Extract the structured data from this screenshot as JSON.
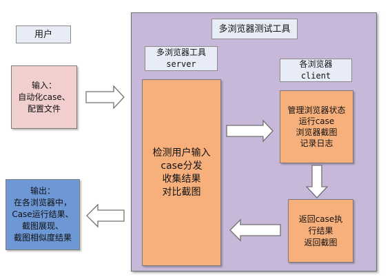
{
  "colors": {
    "container_fill": "#c7b8da",
    "user_label_fill": "#e8ecf7",
    "input_fill": "#f2cfcf",
    "output_fill": "#6d97d5",
    "server_fill": "#f7b07b",
    "client_fill": "#f7b07b",
    "arrow_fill": "#ffffff",
    "arrow_stroke": "#6f6f6f"
  },
  "user_label": "用户",
  "input_box": "输入：\n自动化case、\n配置文件",
  "output_box": "输出：\n在各浏览器中，\nCase运行结果、\n截图展现、\n截图相似度结果",
  "container": {
    "title": "多浏览器测试工具"
  },
  "server": {
    "label": "多浏览器工具\nserver",
    "box": "检测用户输入\ncase分发\n收集结果\n对比截图"
  },
  "client": {
    "label": "各浏览器\nclient",
    "box": "管理浏览器状态\n运行case\n浏览器截图\n记录日志"
  },
  "result_box": "返回case执\n行结果\n返回截图"
}
